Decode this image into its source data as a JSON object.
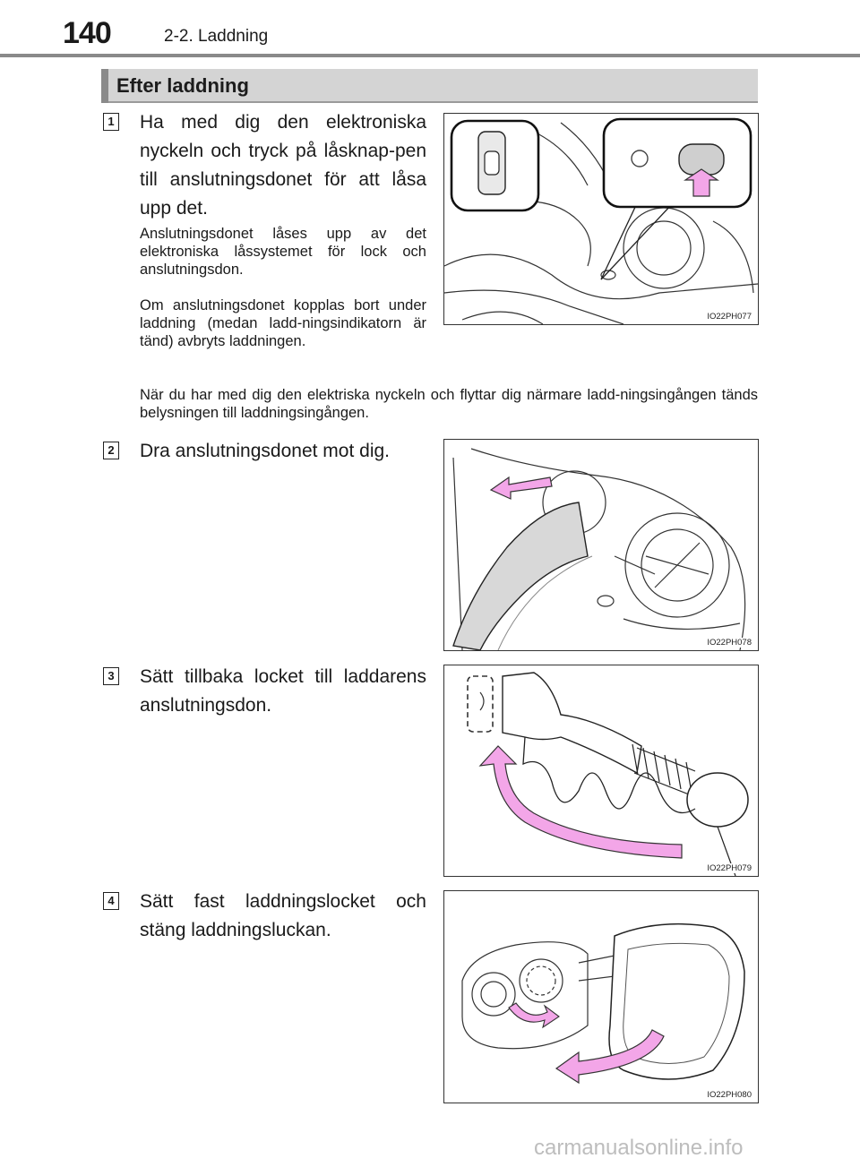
{
  "header": {
    "page_number": "140",
    "section": "2-2. Laddning"
  },
  "banner": {
    "title": "Efter laddning"
  },
  "steps": [
    {
      "number": "1",
      "title": "Ha med dig den elektroniska nyckeln och tryck på låsknap-pen till anslutningsdonet för att låsa upp det.",
      "notes": [
        "Anslutningsdonet låses upp av det elektroniska låssystemet för lock och anslutningsdon.",
        "Om anslutningsdonet kopplas bort under laddning (medan ladd-ningsindikatorn är tänd) avbryts laddningen."
      ],
      "wide_note": "När du har med dig den elektriska nyckeln och flyttar dig närmare ladd-ningsingången tänds belysningen till laddningsingången.",
      "figure_label": "IO22PH077"
    },
    {
      "number": "2",
      "title": "Dra anslutningsdonet mot dig.",
      "figure_label": "IO22PH078"
    },
    {
      "number": "3",
      "title": "Sätt tillbaka locket till laddarens anslutningsdon.",
      "figure_label": "IO22PH079"
    },
    {
      "number": "4",
      "title": "Sätt fast laddningslocket och stäng laddningsluckan.",
      "figure_label": "IO22PH080"
    }
  ],
  "watermark": "carmanualsonline.info",
  "colors": {
    "arrow_pink": "#f3a6e8",
    "banner_gray": "#d4d4d4",
    "rule_gray": "#8a8a8a"
  }
}
